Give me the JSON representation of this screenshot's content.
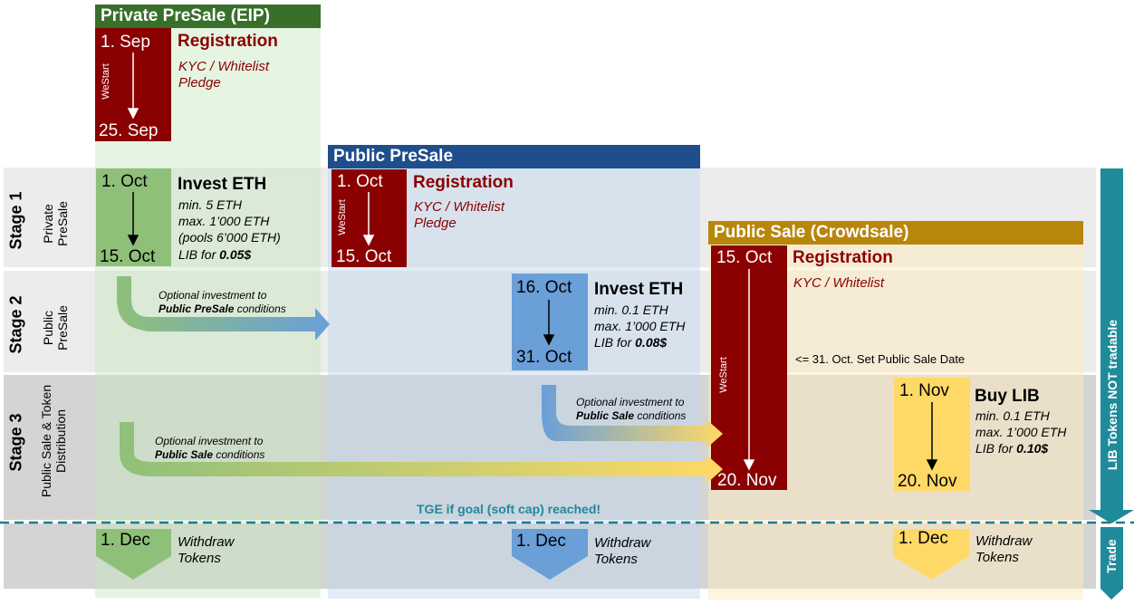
{
  "colors": {
    "green_header": "#386f2a",
    "blue_header": "#1f4e8c",
    "gold_header": "#b8860b",
    "dark_red": "#8b0000",
    "green_box": "#8fc07a",
    "blue_box": "#6a9fd8",
    "yellow_box": "#ffd966",
    "teal": "#1f8a99"
  },
  "stages": [
    {
      "label": "Stage 1",
      "sub": "Private PreSale"
    },
    {
      "label": "Stage 2",
      "sub": "Public PreSale"
    },
    {
      "label": "Stage 3",
      "sub": "Public Sale & Token Distribution"
    }
  ],
  "private_presale": {
    "header": "Private PreSale (EIP)",
    "registration": {
      "start": "1. Sep",
      "end": "25. Sep",
      "vertical_label": "WeStart",
      "title": "Registration",
      "line1": "KYC / Whitelist",
      "line2": "Pledge"
    },
    "invest": {
      "start": "1. Oct",
      "end": "15. Oct",
      "title": "Invest ETH",
      "line1": "min. 5 ETH",
      "line2": "max. 1’000 ETH",
      "line3": "(pools 6’000 ETH)",
      "price_prefix": "LIB for ",
      "price": "0.05$"
    },
    "withdraw": {
      "date": "1. Dec",
      "line1": "Withdraw",
      "line2": "Tokens"
    }
  },
  "public_presale": {
    "header": "Public PreSale",
    "registration": {
      "start": "1. Oct",
      "end": "15. Oct",
      "vertical_label": "WeStart",
      "title": "Registration",
      "line1": "KYC / Whitelist",
      "line2": "Pledge"
    },
    "invest": {
      "start": "16. Oct",
      "end": "31. Oct",
      "title": "Invest ETH",
      "line1": "min. 0.1 ETH",
      "line2": "max. 1’000 ETH",
      "price_prefix": "LIB for ",
      "price": "0.08$"
    },
    "withdraw": {
      "date": "1. Dec",
      "line1": "Withdraw",
      "line2": "Tokens"
    }
  },
  "public_sale": {
    "header": "Public Sale (Crowdsale)",
    "registration": {
      "start": "15. Oct",
      "end": "20. Nov",
      "vertical_label": "WeStart",
      "title": "Registration",
      "line1": "KYC / Whitelist"
    },
    "note": "<= 31. Oct. Set Public Sale Date",
    "buy": {
      "start": "1. Nov",
      "end": "20. Nov",
      "title": "Buy LIB",
      "line1": "min. 0.1 ETH",
      "line2": "max. 1’000 ETH",
      "price_prefix": "LIB for ",
      "price": "0.10$"
    },
    "withdraw": {
      "date": "1. Dec",
      "line1": "Withdraw",
      "line2": "Tokens"
    }
  },
  "arrows": [
    {
      "line1": "Optional investment to",
      "bold": "Public PreSale",
      "rest": " conditions"
    },
    {
      "line1": "Optional investment to",
      "bold": "Public Sale",
      "rest": " conditions"
    },
    {
      "line1": "Optional investment to",
      "bold": "Public Sale",
      "rest": " conditions"
    }
  ],
  "tge": "TGE if goal (soft cap) reached!",
  "right_bar": {
    "not_tradable": "LIB Tokens NOT tradable",
    "trade": "Trade"
  }
}
